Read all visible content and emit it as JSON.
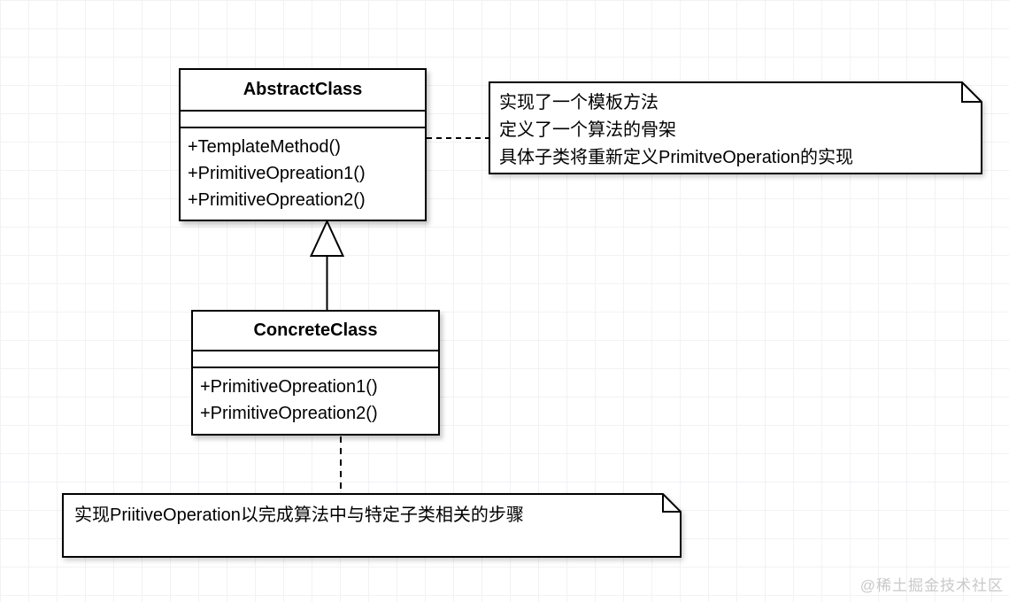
{
  "diagram": {
    "classes": [
      {
        "name": "AbstractClass",
        "methods": [
          "+TemplateMethod()",
          "+PrimitiveOpreation1()",
          "+PrimitiveOpreation2()"
        ]
      },
      {
        "name": "ConcreteClass",
        "methods": [
          "+PrimitiveOpreation1()",
          "+PrimitiveOpreation2()"
        ]
      }
    ],
    "notes": [
      {
        "attached_to": "AbstractClass",
        "lines": [
          "实现了一个模板方法",
          "定义了一个算法的骨架",
          "具体子类将重新定义PrimitveOperation的实现"
        ]
      },
      {
        "attached_to": "ConcreteClass",
        "lines": [
          "实现PriitiveOperation以完成算法中与特定子类相关的步骤"
        ]
      }
    ],
    "relationships": [
      {
        "type": "generalization",
        "from": "ConcreteClass",
        "to": "AbstractClass"
      },
      {
        "type": "note-link",
        "from": "AbstractClass",
        "to": "note-top"
      },
      {
        "type": "note-link",
        "from": "ConcreteClass",
        "to": "note-bottom"
      }
    ],
    "watermark": "@稀土掘金技术社区"
  },
  "colors": {
    "line": "#000000",
    "fill": "#ffffff",
    "grid": "#f2f2f5",
    "watermark": "#c9c9c9"
  }
}
